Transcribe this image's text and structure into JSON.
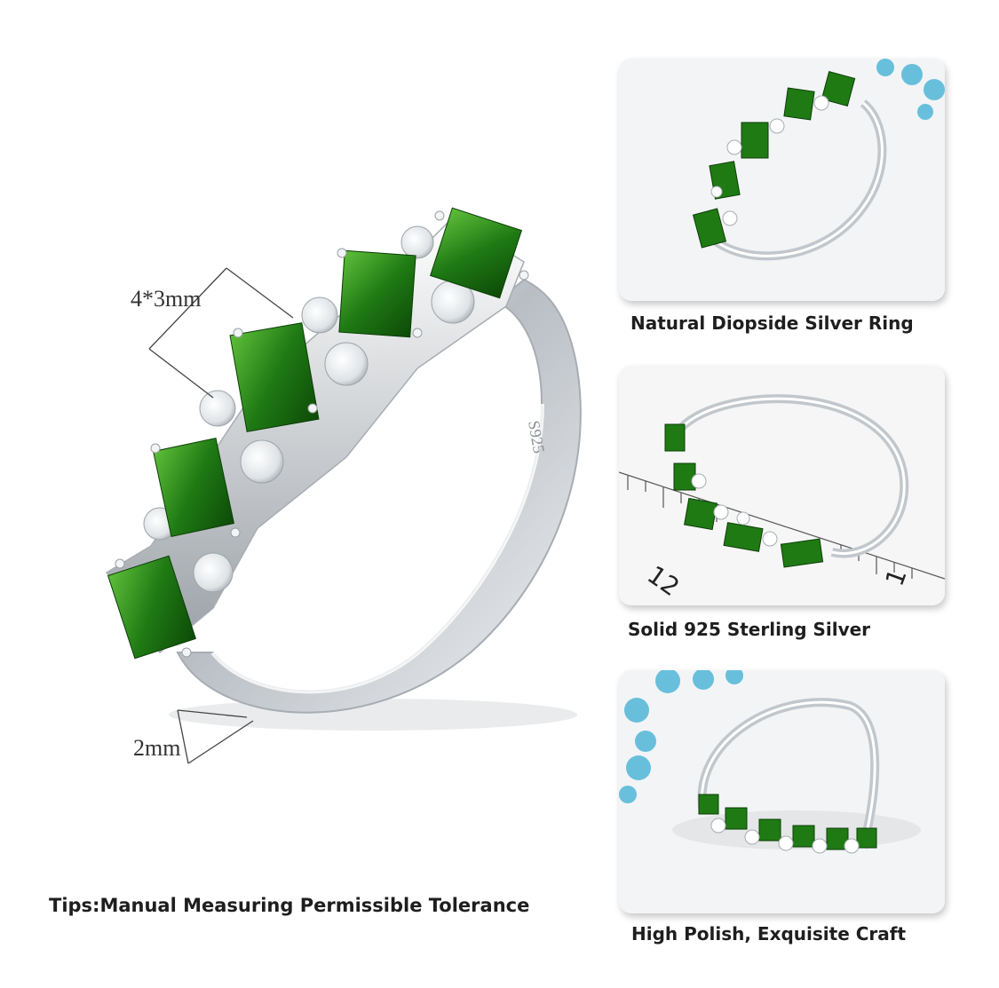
{
  "main": {
    "dimension_top": "4*3mm",
    "dimension_bottom": "2mm",
    "stamp": "S925",
    "tips": "Tips:Manual Measuring Permissible Tolerance"
  },
  "panels": [
    {
      "caption": "Natural Diopside Silver Ring"
    },
    {
      "caption": "Solid 925 Sterling Silver",
      "ruler_labels": [
        "12",
        "1"
      ]
    },
    {
      "caption": "High Polish, Exquisite Craft"
    }
  ],
  "colors": {
    "gem_green": "#1f7a14",
    "silver": "#c9ced3",
    "flower_blue": "#4fb6d8",
    "text": "#1e1e1e"
  }
}
